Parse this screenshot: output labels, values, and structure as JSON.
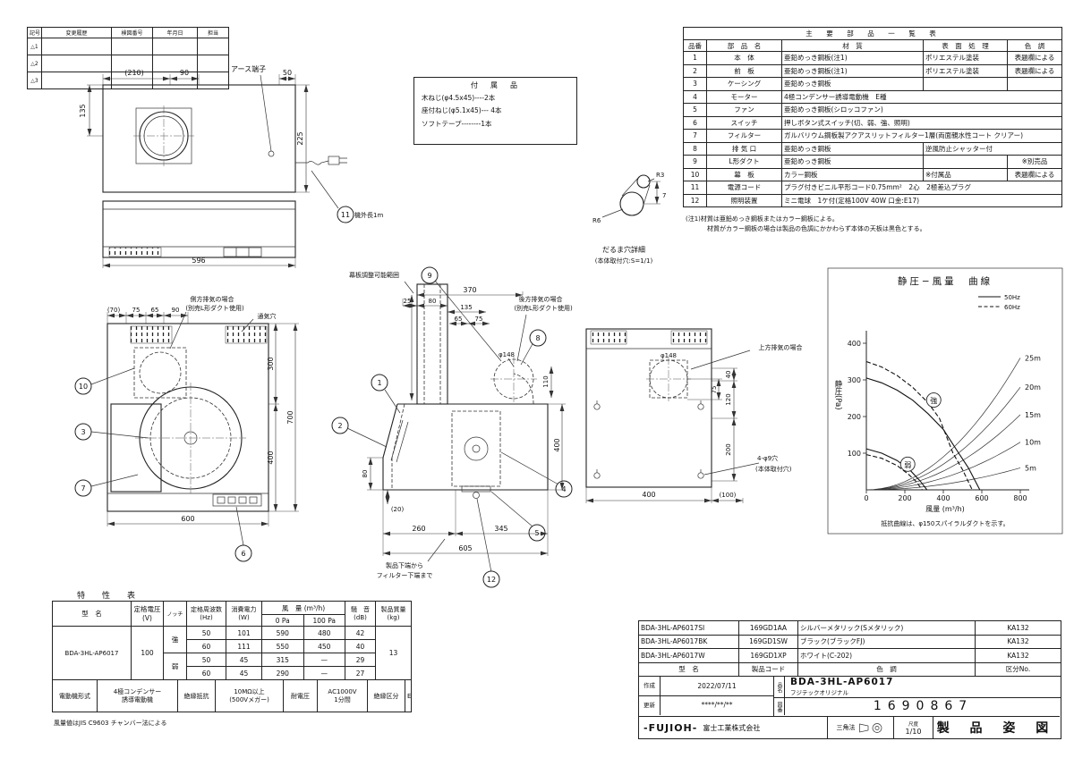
{
  "revision": {
    "headers": [
      "記号",
      "変更履歴",
      "検図番号",
      "年月日",
      "担当"
    ],
    "rows": [
      "△1",
      "△2",
      "△3"
    ]
  },
  "accessories": {
    "title": "付　属　品",
    "items": [
      "木ねじ(φ4.5x45)----2本",
      "座付ねじ(φ5.1x45)--- 4本",
      "ソフトテープ--------1本"
    ]
  },
  "parts_table": {
    "title": "主　要　部　品　一　覧　表",
    "headers": [
      "品番",
      "部　品　名",
      "材　質",
      "表　面　処　理",
      "色　調"
    ],
    "rows": [
      {
        "no": "1",
        "name": "本　体",
        "material": "亜鉛めっき鋼板(注1)",
        "surface": "ポリエステル塗装",
        "color": "表題欄による"
      },
      {
        "no": "2",
        "name": "前　板",
        "material": "亜鉛めっき鋼板(注1)",
        "surface": "ポリエステル塗装",
        "color": "表題欄による"
      },
      {
        "no": "3",
        "name": "ケーシング",
        "material": "亜鉛めっき鋼板",
        "surface": "",
        "color": ""
      },
      {
        "no": "4",
        "name": "モーター",
        "material": "4極コンデンサー誘導電動機　E種",
        "span": true
      },
      {
        "no": "5",
        "name": "ファン",
        "material": "亜鉛めっき鋼板(シロッコファン)",
        "span": true
      },
      {
        "no": "6",
        "name": "スイッチ",
        "material": "押しボタン式スイッチ(切、弱、強、照明)",
        "span": true
      },
      {
        "no": "7",
        "name": "フィルター",
        "material": "ガルバリウム鋼板製アクアスリットフィルター1層(両面親水性コート クリアー)",
        "span": true
      },
      {
        "no": "8",
        "name": "排 気 口",
        "material": "亜鉛めっき鋼板",
        "surface": "逆風防止シャッター付",
        "surface_span": true
      },
      {
        "no": "9",
        "name": "L形ダクト",
        "material": "亜鉛めっき鋼板",
        "surface": "",
        "color": "※別売品"
      },
      {
        "no": "10",
        "name": "幕　板",
        "material": "カラー鋼板",
        "surface": "※付属品",
        "color": "表題欄による"
      },
      {
        "no": "11",
        "name": "電源コード",
        "material": "プラグ付きビニル平形コード0.75mm²　2心　2極差込プラグ",
        "span": true
      },
      {
        "no": "12",
        "name": "照明装置",
        "material": "ミニ電球　1ケ付(定格100V 40W 口金:E17)",
        "span": true
      }
    ],
    "notes": [
      "(注1)材質は亜鉛めっき鋼板またはカラー鋼板による。",
      "材質がカラー鋼板の場合は製品の色調にかかわらず本体の天板は黒色とする。"
    ]
  },
  "top_view": {
    "earth_label": "アース端子",
    "cord_label": "機外長1m",
    "callout": "11",
    "dims": {
      "d210": "(210)",
      "d90": "90",
      "d50": "50",
      "d135": "135",
      "d225": "225",
      "d596": "596"
    }
  },
  "keyhole": {
    "title": "だるま穴詳細",
    "subtitle": "(本体取付穴:S=1/1)",
    "dims": {
      "r3": "R3",
      "h7": "7",
      "r6": "R6"
    }
  },
  "front_view": {
    "label1": "側方排気の場合",
    "label2": "(別売L形ダクト使用)",
    "vent_label": "通気穴",
    "callouts": {
      "c10": "10",
      "c3": "3",
      "c7": "7",
      "c6": "6"
    },
    "dims": {
      "d70": "(70)",
      "d75": "75",
      "d65": "65",
      "d90": "90",
      "d300": "300",
      "d400": "400",
      "d700": "700",
      "d600": "600"
    }
  },
  "side_view": {
    "makuita_label": "幕板調整可能範囲",
    "rear_label1": "後方排気の場合",
    "rear_label2": "(別売L形ダクト使用)",
    "bottom_note1": "製品下端から",
    "bottom_note2": "フィルター下端まで",
    "callouts": {
      "c9": "9",
      "c8": "8",
      "c1": "1",
      "c2": "2",
      "c4": "4",
      "c5": "5",
      "c12": "12"
    },
    "dims": {
      "d25": "25",
      "d80t": "80",
      "d370": "370",
      "d135": "135",
      "d65": "65",
      "d75": "75",
      "dphi": "φ148",
      "d110": "110",
      "d400": "400",
      "d80": "80",
      "d20": "(20)",
      "d260": "260",
      "d345": "345",
      "d605": "605"
    }
  },
  "rear_view": {
    "label": "上方排気の場合",
    "hole_label1": "4-φ9穴",
    "hole_label2": "(本体取付穴)",
    "dims": {
      "dphi": "φ148",
      "d75": "75",
      "d40": "40",
      "d120": "120",
      "d200": "200",
      "d400": "400",
      "d100": "(100)"
    }
  },
  "chart_data": {
    "type": "line",
    "title": "静圧−風量　曲線",
    "ylabel": "静圧(Pa)",
    "xlabel": "風量 (m³/h)",
    "note": "抵抗曲線は、φ150スパイラルダクトを示す。",
    "xlim": [
      0,
      800
    ],
    "ylim": [
      0,
      400
    ],
    "xticks": [
      0,
      200,
      400,
      600,
      800
    ],
    "yticks": [
      100,
      200,
      300,
      400
    ],
    "legend": [
      {
        "label": "50Hz",
        "dash": false
      },
      {
        "label": "60Hz",
        "dash": true
      }
    ],
    "series": [
      {
        "name": "強 50Hz",
        "dash": false,
        "points": [
          [
            0,
            305
          ],
          [
            80,
            292
          ],
          [
            160,
            272
          ],
          [
            240,
            245
          ],
          [
            320,
            208
          ],
          [
            400,
            165
          ],
          [
            480,
            100
          ],
          [
            530,
            60
          ],
          [
            590,
            0
          ]
        ]
      },
      {
        "name": "強 60Hz",
        "dash": true,
        "points": [
          [
            0,
            350
          ],
          [
            80,
            335
          ],
          [
            160,
            312
          ],
          [
            240,
            280
          ],
          [
            320,
            238
          ],
          [
            380,
            195
          ],
          [
            450,
            100
          ],
          [
            500,
            55
          ],
          [
            550,
            0
          ]
        ]
      },
      {
        "name": "弱 50Hz",
        "dash": false,
        "points": [
          [
            0,
            112
          ],
          [
            80,
            100
          ],
          [
            160,
            80
          ],
          [
            230,
            52
          ],
          [
            280,
            24
          ],
          [
            315,
            0
          ]
        ]
      },
      {
        "name": "弱 60Hz",
        "dash": true,
        "points": [
          [
            0,
            96
          ],
          [
            80,
            86
          ],
          [
            160,
            66
          ],
          [
            220,
            42
          ],
          [
            260,
            22
          ],
          [
            290,
            0
          ]
        ]
      }
    ],
    "resistance_curves": [
      {
        "label": "5m",
        "p_at_800": 60
      },
      {
        "label": "10m",
        "p_at_800": 130
      },
      {
        "label": "15m",
        "p_at_800": 205
      },
      {
        "label": "20m",
        "p_at_800": 280
      },
      {
        "label": "25m",
        "p_at_800": 360
      }
    ],
    "curve_labels": [
      {
        "text": "強",
        "x": 350,
        "y": 245
      },
      {
        "text": "弱",
        "x": 215,
        "y": 70
      }
    ]
  },
  "characteristics": {
    "title": "特　性　表",
    "headers": {
      "model": "型　名",
      "voltage": "定格電圧\n(V)",
      "notch": "ノッチ",
      "freq": "定格周波数\n(Hz)",
      "power": "消費電力\n(W)",
      "airflow": "風　量 (m³/h)",
      "p0": "0 Pa",
      "p100": "100 Pa",
      "noise": "騒　音\n(dB)",
      "mass": "製品質量\n(kg)"
    },
    "model": "BDA-3HL-AP6017",
    "voltage": "100",
    "rows": [
      {
        "notch": "強",
        "hz": "50",
        "w": "101",
        "q0": "590",
        "q100": "480",
        "db": "42"
      },
      {
        "notch": "",
        "hz": "60",
        "w": "111",
        "q0": "550",
        "q100": "450",
        "db": "40"
      },
      {
        "notch": "弱",
        "hz": "50",
        "w": "45",
        "q0": "315",
        "q100": "—",
        "db": "29"
      },
      {
        "notch": "",
        "hz": "60",
        "w": "45",
        "q0": "290",
        "q100": "—",
        "db": "27"
      }
    ],
    "mass": "13",
    "motor": {
      "label1": "電動機形式",
      "val1": "4極コンデンサー\n誘導電動機",
      "label2": "絶縁抵抗",
      "val2": "10MΩ以上\n(500Vメガー)",
      "label3": "耐電圧",
      "val3": "AC1000V\n1分間",
      "label4": "絶縁区分",
      "val4": "E　種"
    },
    "note": "風量値はJIS C9603 チャンバー法による"
  },
  "model_table": {
    "rows": [
      {
        "model": "BDA-3HL-AP6017SI",
        "code": "169GD1AA",
        "color": "シルバーメタリック(Sメタリック)",
        "cls": "KA132"
      },
      {
        "model": "BDA-3HL-AP6017BK",
        "code": "169GD1SW",
        "color": "ブラック(ブラックFJ)",
        "cls": "KA132"
      },
      {
        "model": "BDA-3HL-AP6017W",
        "code": "169GD1XP",
        "color": "ホワイト(C-202)",
        "cls": "KA132"
      }
    ],
    "footers": [
      "型　名",
      "製品コード",
      "色　調",
      "区分No."
    ]
  },
  "title_block": {
    "created_label": "作成",
    "created": "2022/07/11",
    "updated_label": "更新",
    "updated": "****/**/**",
    "name_label": "品名",
    "name": "BDA-3HL-AP6017",
    "name_sub": "フジテックオリジナル",
    "dwg_label": "図番",
    "dwg_no": "1690867",
    "company_logo": "-FUJIOH-",
    "company": "富士工業株式会社",
    "projection": "三角法",
    "scale_label": "尺度",
    "scale": "1/10",
    "doc_title": "製 品 姿 図"
  }
}
